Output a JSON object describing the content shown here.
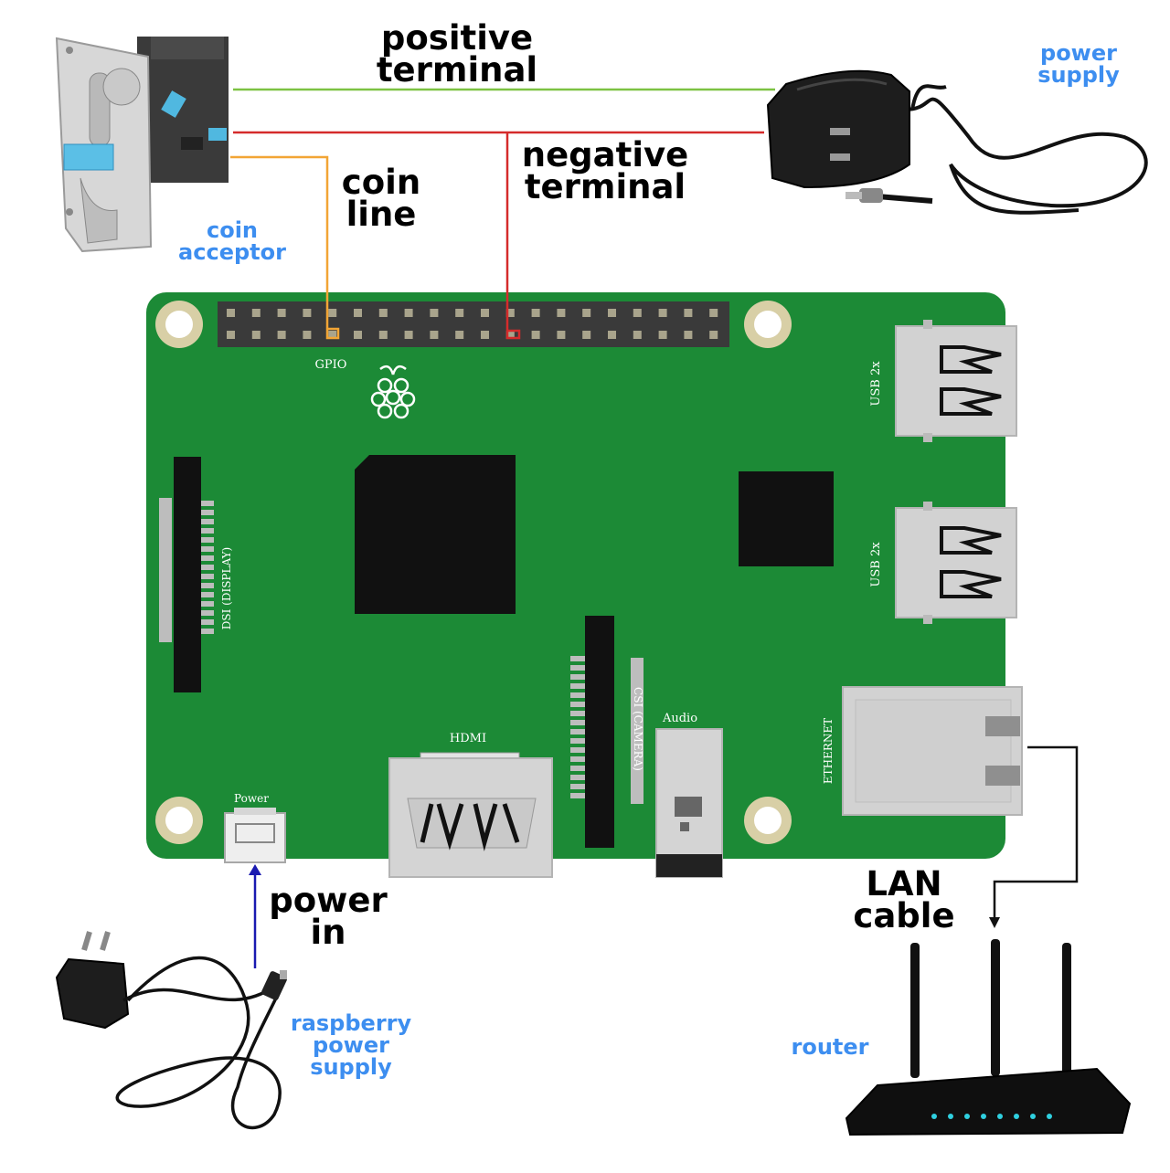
{
  "labels": {
    "positive_terminal": [
      "positive",
      "terminal"
    ],
    "negative_terminal": [
      "negative",
      "terminal"
    ],
    "coin_line": [
      "coin",
      "line"
    ],
    "power_in": [
      "power",
      "in"
    ],
    "lan_cable": [
      "LAN",
      "cable"
    ]
  },
  "devices": {
    "coin_acceptor": [
      "coin",
      "acceptor"
    ],
    "power_supply": [
      "power",
      "supply"
    ],
    "raspberry_power_supply": [
      "raspberry",
      "power",
      "supply"
    ],
    "router": "router"
  },
  "board": {
    "gpio": "GPIO",
    "usb_top": "USB 2x",
    "usb_bottom": "USB 2x",
    "dsi": "DSI (DISPLAY)",
    "csi": "CSI (CAMERA)",
    "audio": "Audio",
    "hdmi": "HDMI",
    "ethernet": "ETHERNET",
    "power": "Power"
  },
  "colors": {
    "board": "#1c8a36",
    "positive_wire": "#7cc242",
    "negative_wire": "#d52b2b",
    "coin_wire": "#f2a535",
    "power_arrow": "#1a1ab0",
    "label_blue": "#3d8ef0"
  }
}
